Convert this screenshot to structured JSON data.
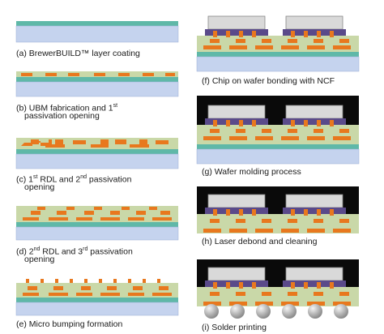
{
  "captions": {
    "a": "(a) BrewerBUILD™ layer coating",
    "b_line1_pre": "(b) UBM fabrication and 1",
    "b_line1_sup": "st",
    "b_line2": "passivation opening",
    "c_line1_pre": "(c) 1",
    "c_line1_sup1": "st",
    "c_line1_mid": " RDL and 2",
    "c_line1_sup2": "nd",
    "c_line1_post": " passivation",
    "c_line2": "opening",
    "d_line1_pre": "(d) 2",
    "d_line1_sup1": "nd",
    "d_line1_mid": "  RDL and 3",
    "d_line1_sup2": "rd",
    "d_line1_post": " passivation",
    "d_line2": "opening",
    "e": "(e) Micro bumping formation",
    "f": "(f) Chip on wafer bonding with NCF",
    "g": "(g) Wafer molding process",
    "h": "(h) Laser debond and cleaning",
    "i": "(i) Solder printing"
  },
  "colors": {
    "carrier": "#c5d3ee",
    "release_layer": "#5fb8a8",
    "passivation": "#c9d8a8",
    "copper": "#e8781e",
    "chip": "#d9d9d9",
    "ncf": "#5a4a8a",
    "mold": "#0a0a0a",
    "solder_ball": "#b8b8b8"
  }
}
